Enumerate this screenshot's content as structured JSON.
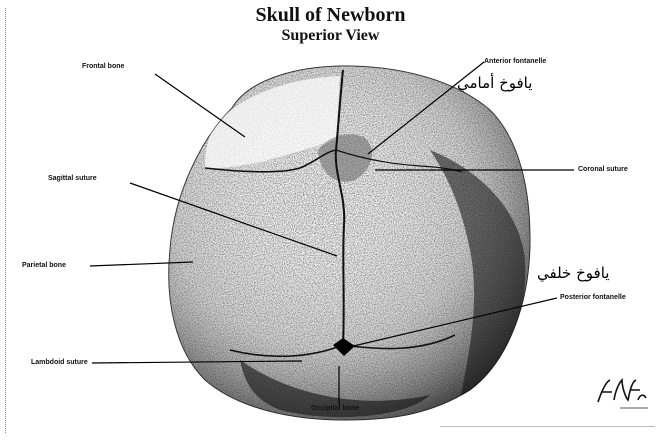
{
  "diagram": {
    "title": "Skull of Newborn",
    "subtitle": "Superior View",
    "labels": {
      "frontal_bone": "Frontal bone",
      "anterior_fontanelle": "Anterior fontanelle",
      "anterior_fontanelle_ar": "يافوخ أمامي",
      "coronal_suture": "Coronal suture",
      "sagittal_suture": "Sagittal suture",
      "parietal_bone": "Parietal bone",
      "posterior_fontanelle_ar": "يافوخ خلفي",
      "posterior_fontanelle": "Posterior fontanelle",
      "lambdoid_suture": "Lambdoid suture",
      "occipital_bone": "Occipital bone"
    },
    "signature": "F. Netter"
  }
}
